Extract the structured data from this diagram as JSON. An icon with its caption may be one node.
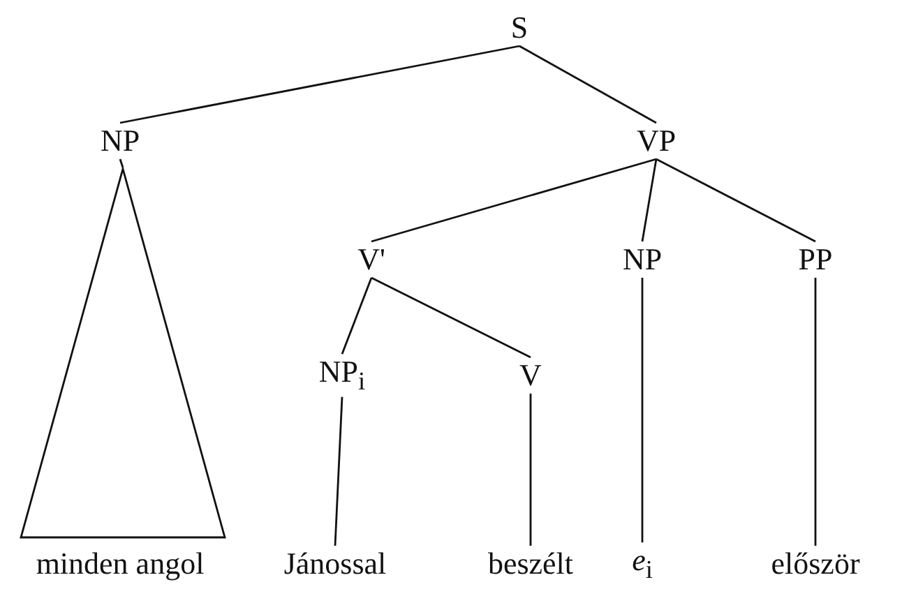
{
  "diagram": {
    "nodes": [
      {
        "text": [
          "S"
        ]
      },
      {
        "text": [
          "NP"
        ]
      },
      {
        "text": [
          "VP"
        ]
      },
      {
        "text": [],
        "shape": "triangle",
        "beside": [
          "minden angol"
        ]
      },
      {
        "text": [
          "V'"
        ]
      },
      {
        "text": [
          "NP"
        ]
      },
      {
        "text": [
          "PP"
        ]
      },
      {
        "text": [
          "NP$_{i}$"
        ]
      },
      {
        "text": [
          "V"
        ]
      },
      {
        "text": [
          "Jánossal"
        ]
      },
      {
        "text": [
          "beszélt"
        ]
      },
      {
        "text": [
          "*e*$_{i}$"
        ]
      },
      {
        "text": [
          "először"
        ]
      }
    ],
    "edges": [
      {
        "from": 0,
        "to": 1,
        "arrow": "none"
      },
      {
        "from": 0,
        "to": 2,
        "arrow": "none"
      },
      {
        "from": 1,
        "to": 3,
        "arrow": "none"
      },
      {
        "from": 2,
        "to": 4,
        "arrow": "none"
      },
      {
        "from": 2,
        "to": 5,
        "arrow": "none"
      },
      {
        "from": 2,
        "to": 6,
        "arrow": "none"
      },
      {
        "from": 4,
        "to": 7,
        "arrow": "none"
      },
      {
        "from": 4,
        "to": 8,
        "arrow": "none"
      },
      {
        "from": 7,
        "to": 9,
        "arrow": "none"
      },
      {
        "from": 8,
        "to": 10,
        "arrow": "none"
      },
      {
        "from": 5,
        "to": 11,
        "arrow": "none"
      },
      {
        "from": 6,
        "to": 12,
        "arrow": "none"
      }
    ]
  }
}
